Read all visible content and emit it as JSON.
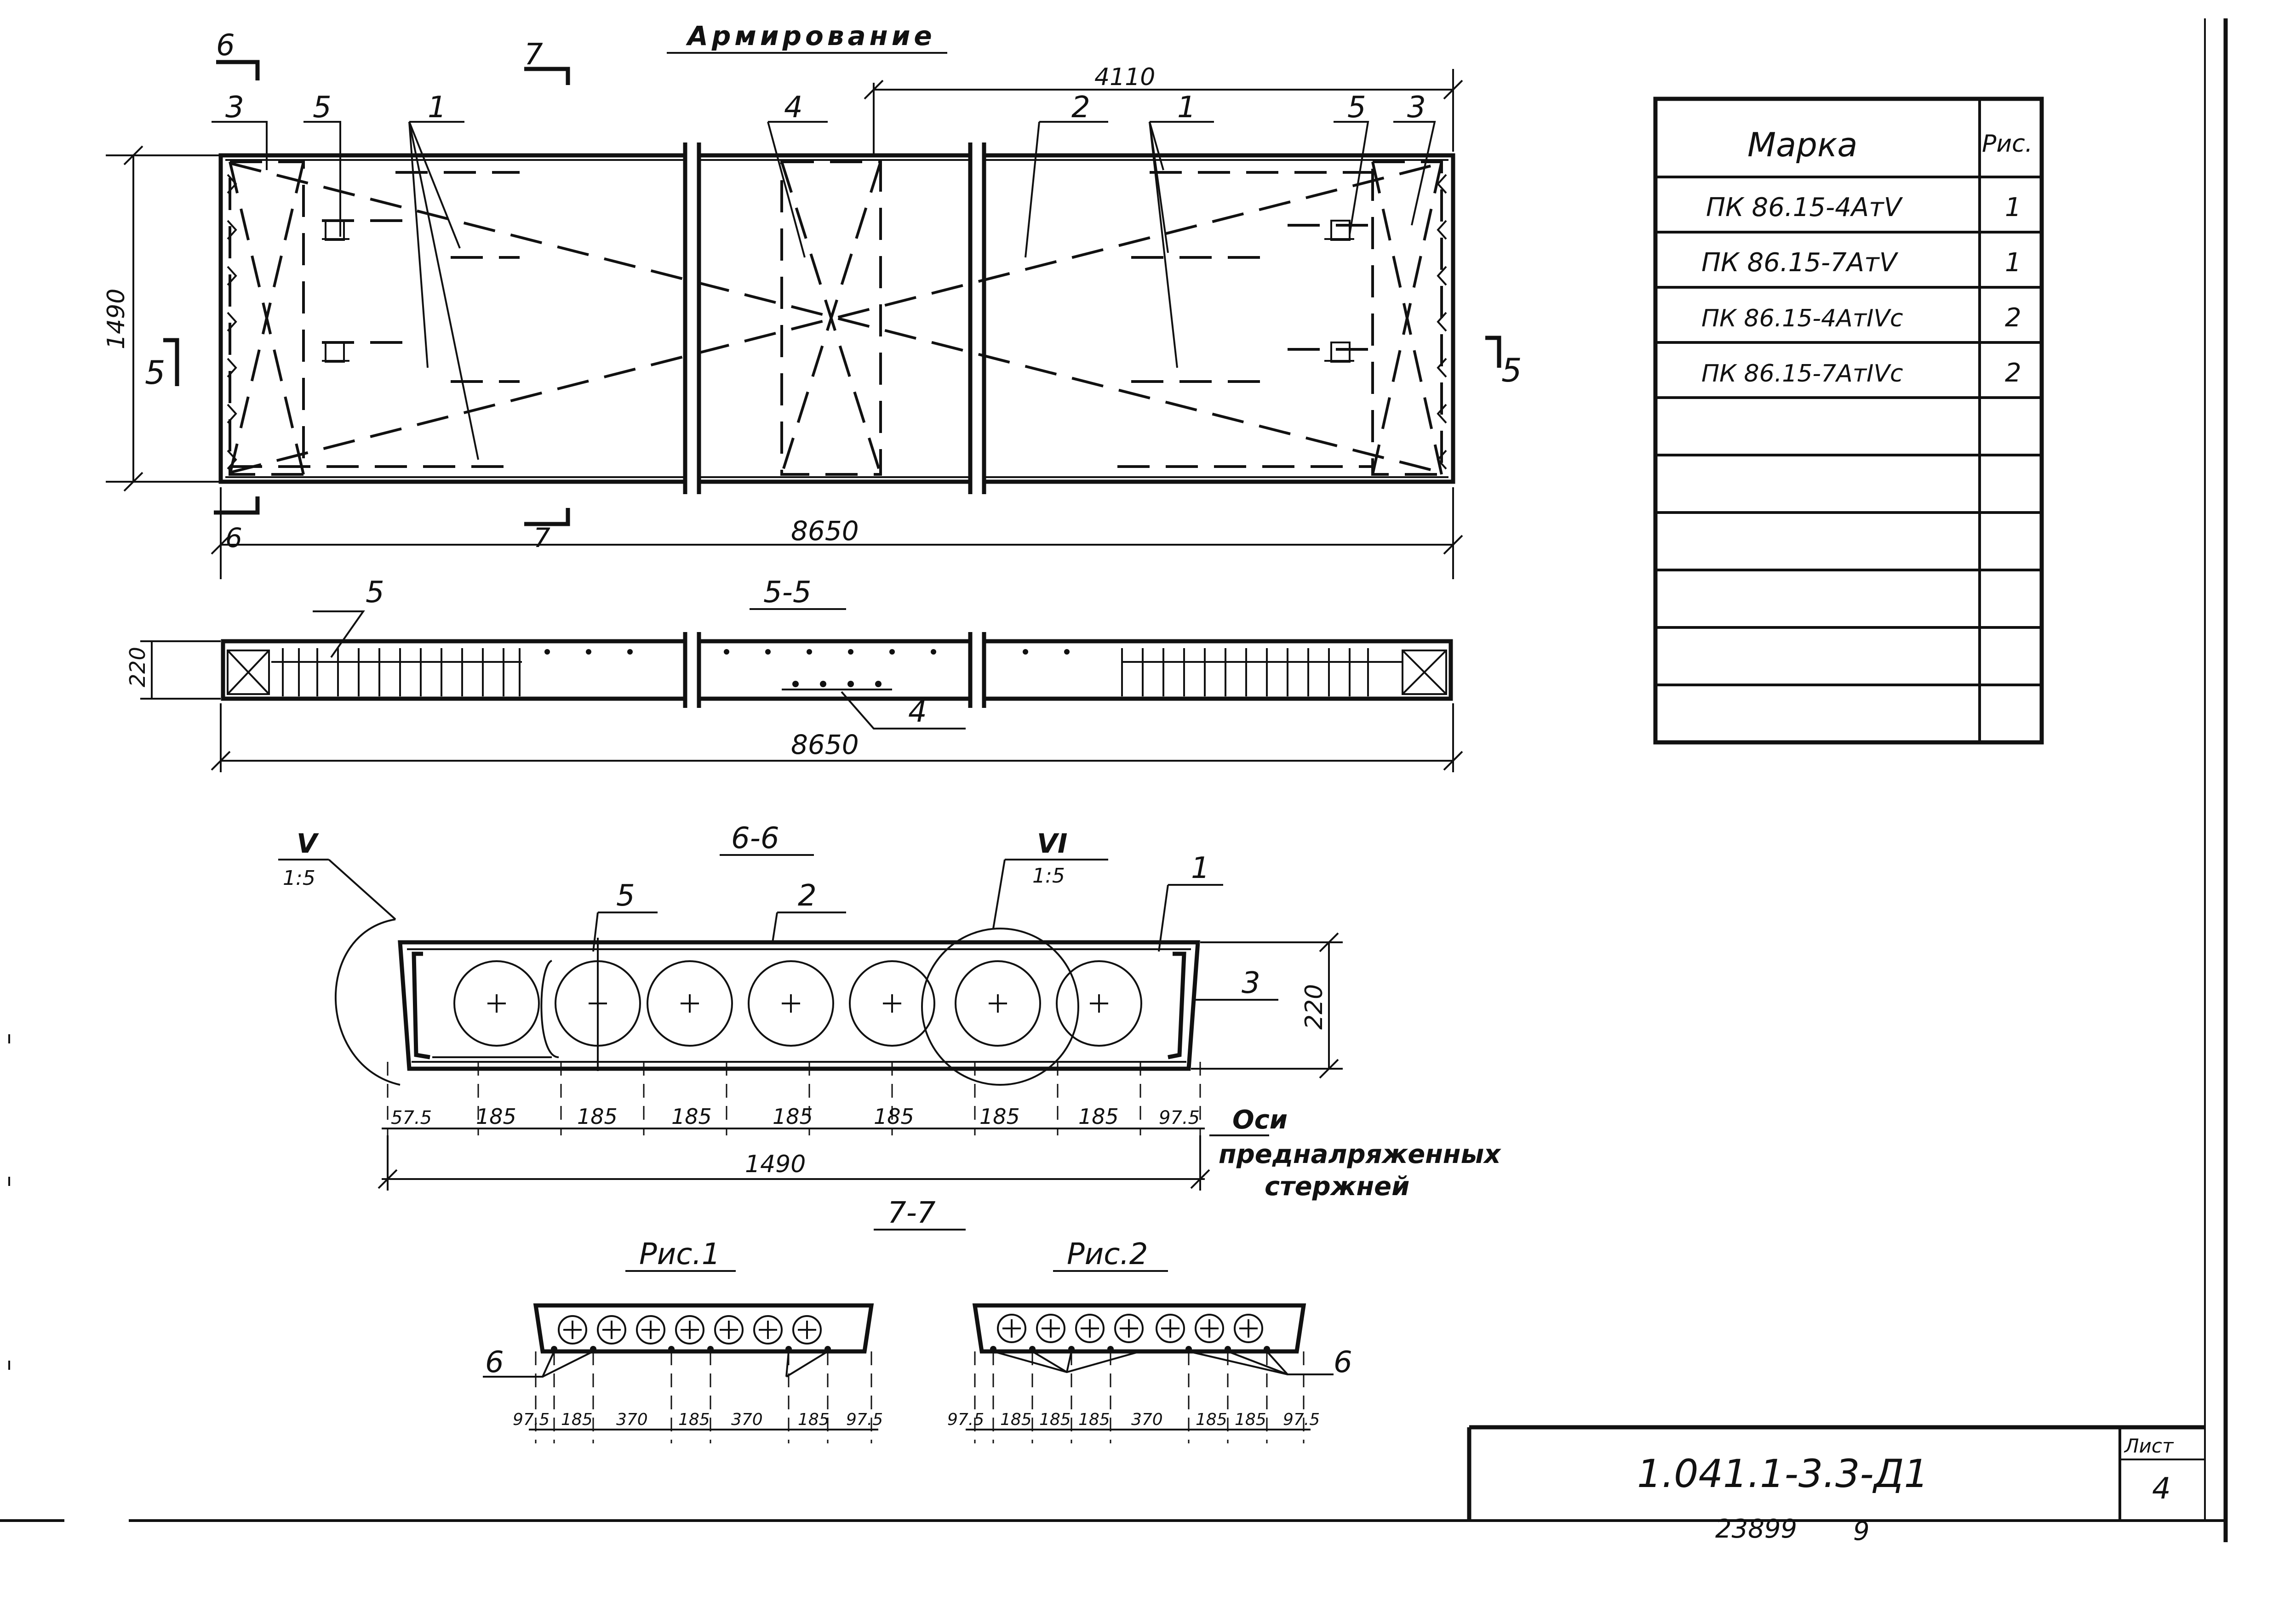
{
  "title": "Армирование",
  "plan": {
    "dim_length": "8650",
    "dim_half": "4110",
    "dim_width": "1490",
    "marks": [
      "6",
      "7",
      "3",
      "5",
      "1",
      "4",
      "2",
      "1",
      "5",
      "3"
    ],
    "section_left": "5",
    "section_right": "5",
    "bottom_6": "6",
    "bottom_7": "7"
  },
  "section55": {
    "title": "5-5",
    "dim_height": "220",
    "dim_length": "8650",
    "mark_5": "5",
    "mark_4": "4"
  },
  "section66": {
    "title": "6-6",
    "node_v": "V",
    "node_v_scale": "1:5",
    "node_vi": "VI",
    "node_vi_scale": "1:5",
    "mark_5": "5",
    "mark_2": "2",
    "mark_1": "1",
    "mark_3": "3",
    "dim_height": "220",
    "dims": [
      "57.5",
      "185",
      "185",
      "185",
      "185",
      "185",
      "185",
      "185",
      "97.5"
    ],
    "dim_total": "1490",
    "axis_note_1": "Оси",
    "axis_note_2": "предналряженных",
    "axis_note_3": "стержней"
  },
  "section77": {
    "title": "7-7",
    "fig1": {
      "title": "Рис.1",
      "mark": "6",
      "dims": [
        "97.5",
        "185",
        "370",
        "185",
        "370",
        "185",
        "97.5"
      ]
    },
    "fig2": {
      "title": "Рис.2",
      "mark": "6",
      "dims": [
        "97.5",
        "185",
        "185",
        "185",
        "370",
        "185",
        "185",
        "97.5"
      ]
    }
  },
  "table": {
    "header_mark": "Марка",
    "header_fig": "Рис.",
    "rows": [
      {
        "mark": "ПК 86.15-4АтV",
        "fig": "1"
      },
      {
        "mark": "ПК 86.15-7АтV",
        "fig": "1"
      },
      {
        "mark": "ПК 86.15-4АтIVс",
        "fig": "2"
      },
      {
        "mark": "ПК 86.15-7АтIVс",
        "fig": "2"
      },
      {
        "mark": "",
        "fig": ""
      },
      {
        "mark": "",
        "fig": ""
      },
      {
        "mark": "",
        "fig": ""
      },
      {
        "mark": "",
        "fig": ""
      },
      {
        "mark": "",
        "fig": ""
      },
      {
        "mark": "",
        "fig": ""
      }
    ]
  },
  "stamp": {
    "code": "1.041.1-3.3-Д1",
    "sheet_label": "Лист",
    "sheet_number": "4"
  },
  "footer": {
    "archive_number": "23899",
    "copy_number": "9"
  }
}
